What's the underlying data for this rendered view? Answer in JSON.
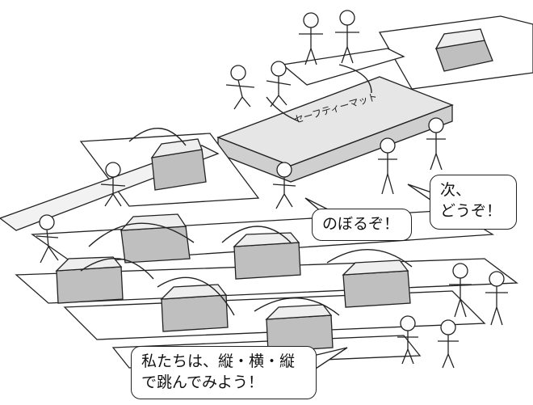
{
  "illustration": {
    "mat_label": "セーフティーマット",
    "bubbles": {
      "next": [
        "次、",
        "どうぞ！"
      ],
      "climb": "のぼるぞ！",
      "students": [
        "私たちは、縦・横・縦",
        "で跳んでみよう！"
      ]
    }
  },
  "colors": {
    "mat": "#d9d9d9",
    "box": "#bfbfbf",
    "line": "#222222"
  }
}
